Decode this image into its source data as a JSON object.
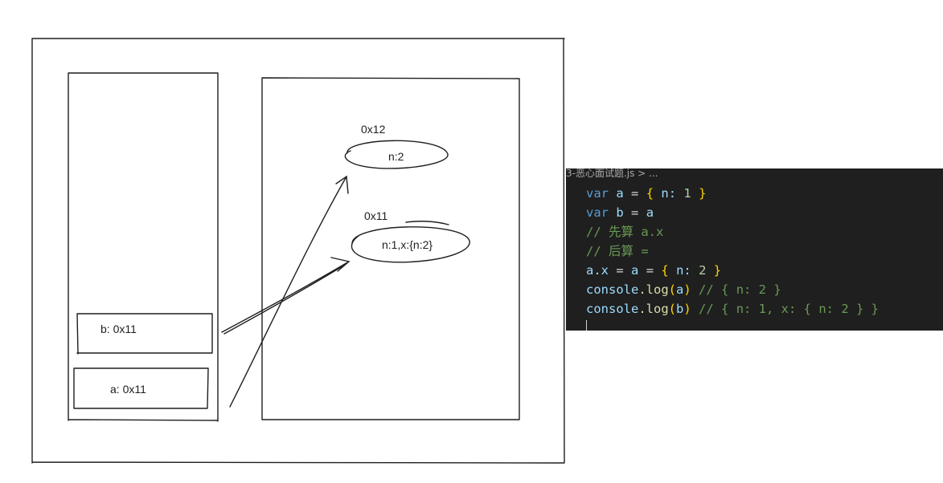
{
  "diagram": {
    "stack": {
      "b_label": "b: 0x11",
      "a_label": "a: 0x11"
    },
    "heap": {
      "object_0x12": {
        "address": "0x12",
        "content": "n:2"
      },
      "object_0x11": {
        "address": "0x11",
        "content": "n:1,x:{n:2}"
      }
    }
  },
  "editor": {
    "breadcrumb": "3-恶心面试题.js > ...",
    "lines": [
      "var a = { n: 1 }",
      "var b = a",
      "// 先算 a.x",
      "// 后算 =",
      "a.x = a = { n: 2 }",
      "console.log(a) // { n: 2 }",
      "console.log(b) // { n: 1, x: { n: 2 } }"
    ],
    "tokens": {
      "var": "var",
      "a": "a",
      "b": "b",
      "eq": "=",
      "lbrace": "{",
      "rbrace": "}",
      "n_key": "n:",
      "one": "1",
      "two": "2",
      "comment1": "// 先算 a.x",
      "comment2": "// 后算 =",
      "ax": "a.x",
      "console": "console",
      "log": ".log",
      "lparen": "(",
      "rparen": ")",
      "comment_a": "// { n: 2 }",
      "comment_b": "// { n: 1, x: { n: 2 } }"
    },
    "colors": {
      "background": "#1f1f1f",
      "keyword": "#569cd6",
      "variable": "#9cdcfe",
      "number": "#b5cea8",
      "brace": "#ffd700",
      "comment": "#6a9955",
      "function": "#dcdcaa",
      "paren": "#da70d6"
    }
  }
}
